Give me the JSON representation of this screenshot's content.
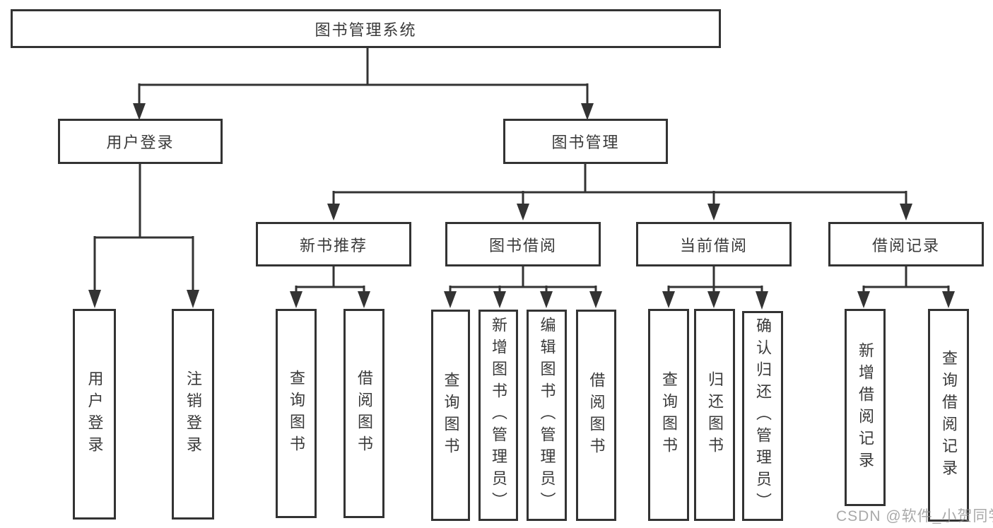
{
  "tree": {
    "label": "图书管理系统",
    "children": [
      {
        "label": "用户登录",
        "children": [
          {
            "label": "用户登录"
          },
          {
            "label": "注销登录"
          }
        ]
      },
      {
        "label": "图书管理",
        "children": [
          {
            "label": "新书推荐",
            "children": [
              {
                "label": "查询图书"
              },
              {
                "label": "借阅图书"
              }
            ]
          },
          {
            "label": "图书借阅",
            "children": [
              {
                "label": "查询图书"
              },
              {
                "label": "新增图书（管理员）"
              },
              {
                "label": "编辑图书（管理员）"
              },
              {
                "label": "借阅图书"
              }
            ]
          },
          {
            "label": "当前借阅",
            "children": [
              {
                "label": "查询图书"
              },
              {
                "label": "归还图书"
              },
              {
                "label": "确认归还（管理员）"
              }
            ]
          },
          {
            "label": "借阅记录",
            "children": [
              {
                "label": "新增借阅记录"
              },
              {
                "label": "查询借阅记录"
              }
            ]
          }
        ]
      }
    ]
  },
  "watermark": {
    "text": "CSDN @软件_小贺同学"
  },
  "colors": {
    "line": "#333333",
    "text": "#3a3a3a",
    "background": "#ffffff",
    "watermark": "#8c8c8c"
  }
}
